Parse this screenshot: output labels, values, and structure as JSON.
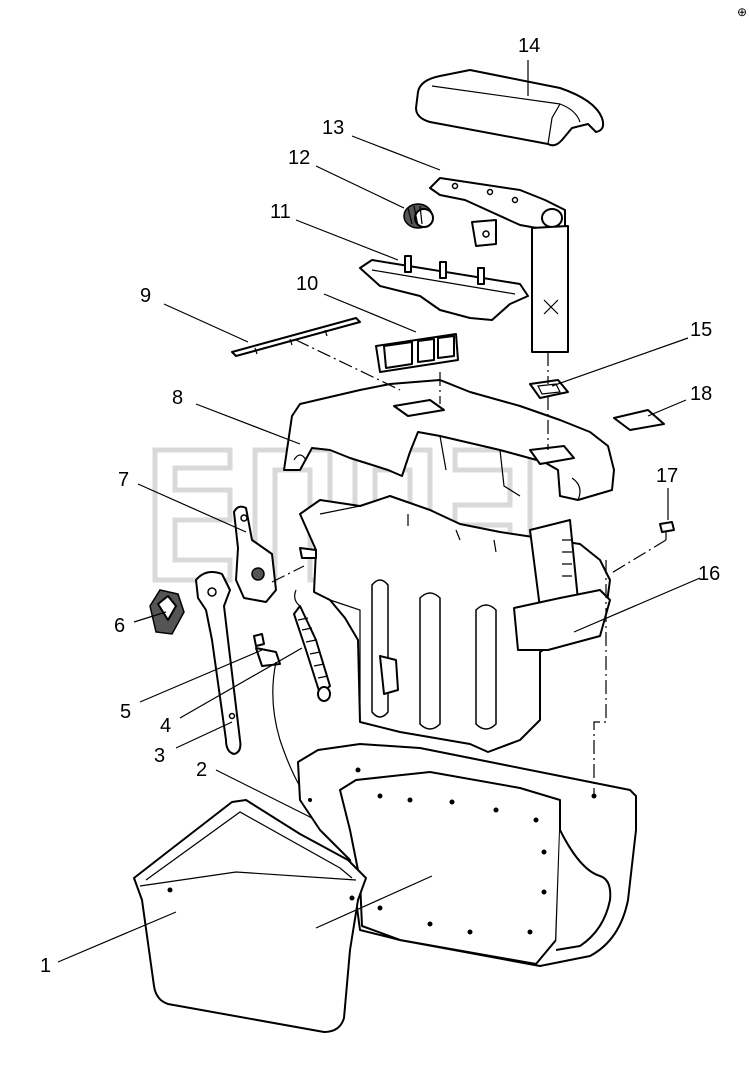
{
  "labels": {
    "n1": "1",
    "n2": "2",
    "n3": "3",
    "n4": "4",
    "n5": "5",
    "n6": "6",
    "n7": "7",
    "n8": "8",
    "n9": "9",
    "n10": "10",
    "n11": "11",
    "n12": "12",
    "n13": "13",
    "n14": "14",
    "n15": "15",
    "n16": "16",
    "n17": "17",
    "n18": "18"
  },
  "watermark_icon": "company-logo-watermark",
  "corner_mark": "⊕"
}
